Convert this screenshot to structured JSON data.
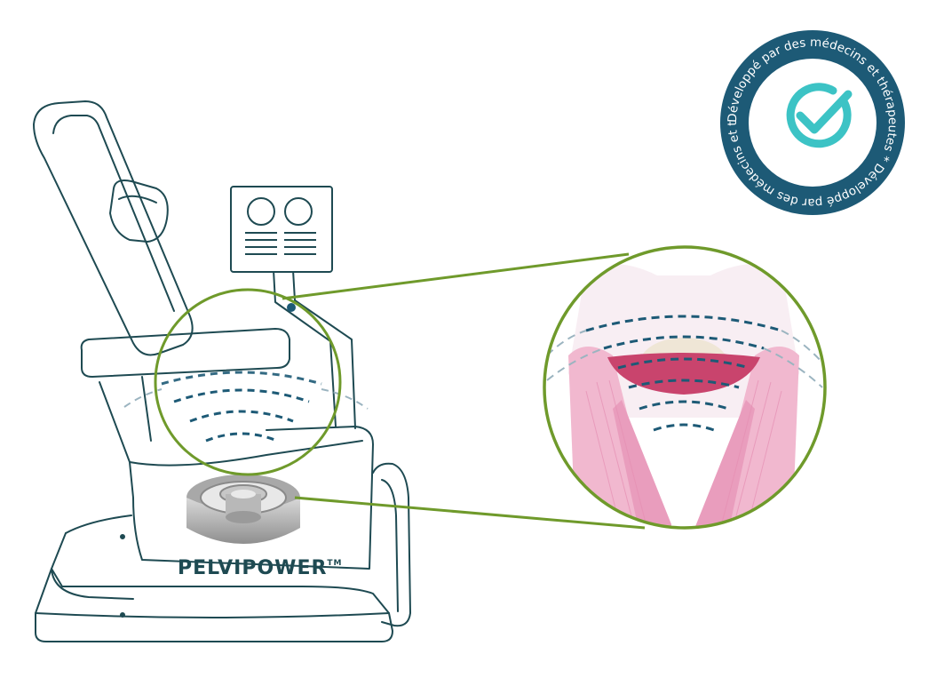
{
  "brand": {
    "name": "PELVIPOWER",
    "trademark": "TM"
  },
  "badge": {
    "ring_text": "Développé par des médecins et thérapeutes  *  Développé par des médecins et thérapeutes  ",
    "ring_color": "#1d5a76",
    "check_color": "#3cc3c5"
  },
  "colors": {
    "line": "#1e4a52",
    "accent_green": "#6f9a2b",
    "wave": "#1d5a76",
    "tissue_pink": "#f1b8cf",
    "tissue_magenta": "#c9446d"
  },
  "icons": {
    "badge": "check-icon",
    "monitor": "monitor-icon",
    "coil": "magnetic-coil-icon"
  }
}
